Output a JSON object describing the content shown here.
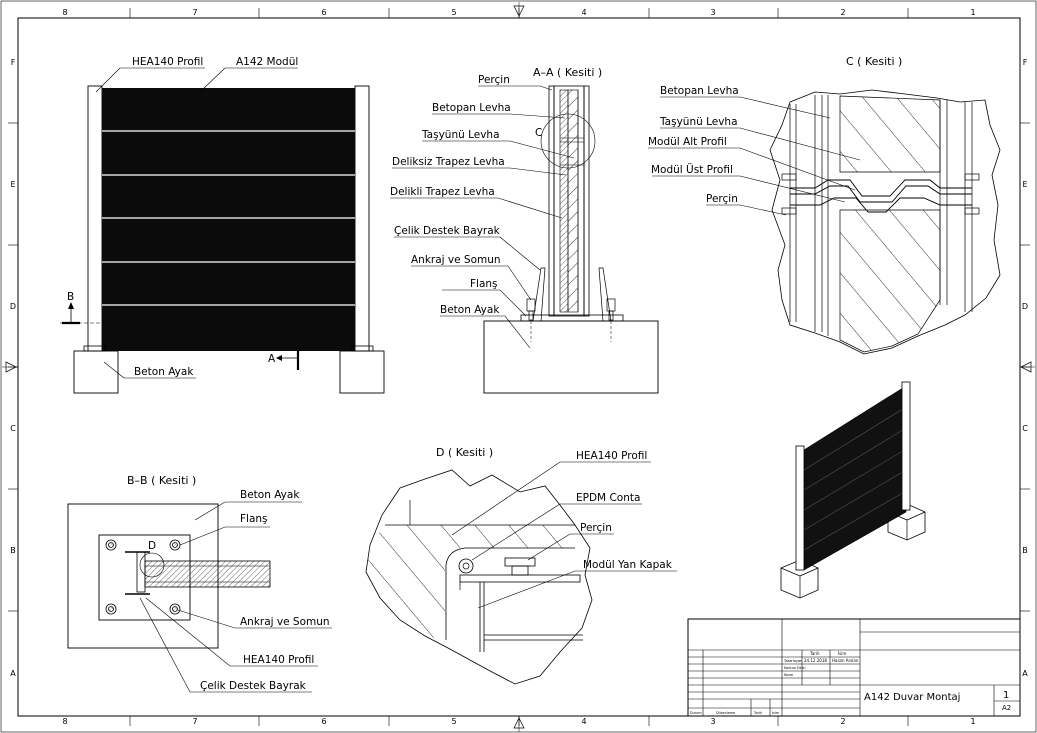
{
  "border": {
    "columns": [
      "8",
      "7",
      "6",
      "5",
      "4",
      "3",
      "2",
      "1"
    ],
    "rows": [
      "F",
      "E",
      "D",
      "C",
      "B",
      "A"
    ]
  },
  "front_view": {
    "labels": {
      "hea140_profile": "HEA140 Profil",
      "module": "A142 Modül",
      "concrete_foot": "Beton Ayak"
    },
    "section_markers": {
      "b": "B",
      "a": "A"
    }
  },
  "section_aa": {
    "title": "A–A ( Kesiti )",
    "detail_marker": "C",
    "labels": {
      "rivet": "Perçin",
      "betopan": "Betopan Levha",
      "rockwool": "Taşyünü Levha",
      "plain_trapez": "Deliksiz Trapez Levha",
      "perforated_trapez": "Delikli Trapez Levha",
      "steel_flag": "Çelik Destek Bayrak",
      "anchor": "Ankraj ve Somun",
      "flange": "Flanş",
      "concrete_foot": "Beton Ayak"
    }
  },
  "section_c": {
    "title": "C ( Kesiti )",
    "labels": {
      "betopan": "Betopan Levha",
      "rockwool": "Taşyünü Levha",
      "lower_profile": "Modül Alt Profil",
      "upper_profile": "Modül Üst Profil",
      "rivet": "Perçin"
    }
  },
  "section_bb": {
    "title": "B–B ( Kesiti )",
    "detail_marker": "D",
    "labels": {
      "concrete_foot": "Beton Ayak",
      "flange": "Flanş",
      "anchor": "Ankraj ve Somun",
      "hea140_profile": "HEA140 Profil",
      "steel_flag": "Çelik Destek Bayrak"
    }
  },
  "section_d": {
    "title": "D ( Kesiti )",
    "labels": {
      "hea140_profile": "HEA140 Profil",
      "epdm": "EPDM Conta",
      "rivet": "Perçin",
      "side_cover": "Modül Yan Kapak"
    }
  },
  "title_block": {
    "drawing_title": "A142 Duvar Montaj",
    "sheet_number": "1",
    "sheet_size": "A2",
    "header_date": "Tarih",
    "header_name": "İsim",
    "row_drawn": "Tasarlayan",
    "row_checked": "Kontrol Eden",
    "row_std": "Norm",
    "date_value": "24.12.2018",
    "name_value": "Hasan Arslan",
    "rev_cols": [
      "Durum",
      "Düzenleme",
      "Tarih",
      "İsim"
    ]
  }
}
